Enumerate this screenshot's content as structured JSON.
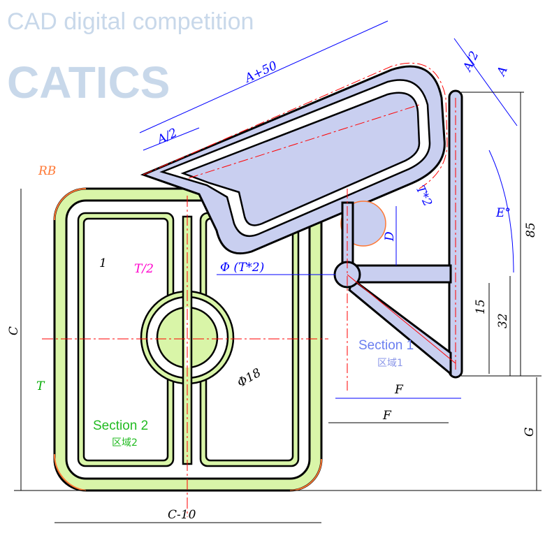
{
  "watermark": {
    "logo_text": "CATICS",
    "tagline": "CAD digital competition"
  },
  "colors": {
    "outline": "#000000",
    "green_fill": "#d9f5a8",
    "blue_fill": "#c9cff0",
    "center_line": "#ff0000",
    "dim_blue": "#0000ff",
    "dim_black": "#000000",
    "magenta": "#ff00cc",
    "green_text": "#00aa00",
    "orange": "#ff7733"
  },
  "dimensions": {
    "a_plus_50": "A+50",
    "a_half_top": "A/2",
    "a_half_left": "A/2",
    "a": "A",
    "t_times_2_rot": "T*2",
    "e_deg": "E°",
    "d": "D",
    "h85": "85",
    "h15": "15",
    "h32": "32",
    "f1": "F",
    "f2": "F",
    "g": "G",
    "c": "C",
    "c_minus_10": "C-10",
    "rb": "RB",
    "one": "1",
    "t_half": "T/2",
    "t": "T",
    "phi_t2": "Φ  (T*2)",
    "phi18": "Φ18"
  },
  "sections": {
    "section1": {
      "title": "Section 1",
      "subtitle": "区域1"
    },
    "section2": {
      "title": "Section 2",
      "subtitle": "区域2"
    }
  }
}
